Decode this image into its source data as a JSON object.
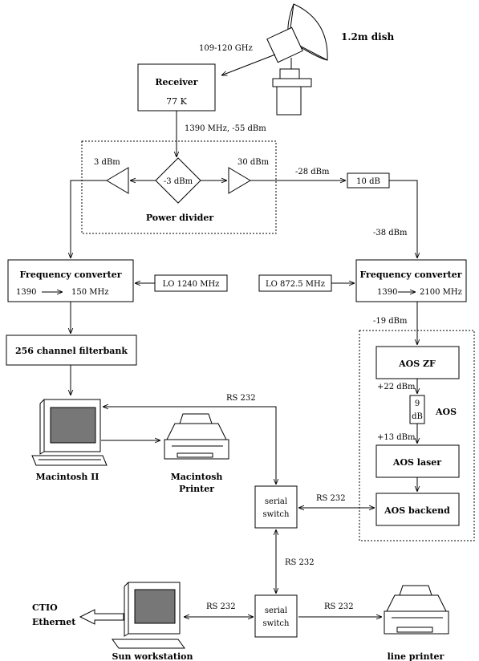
{
  "dish": {
    "label": "1.2m dish",
    "freq": "109-120 GHz"
  },
  "receiver": {
    "title": "Receiver",
    "temp": "77 K",
    "output": "1390 MHz, -55 dBm"
  },
  "power_divider": {
    "label": "Power divider",
    "center": "-3 dBm",
    "left_amp": "3 dBm",
    "right_amp": "30 dBm",
    "out_level": "-28 dBm"
  },
  "attenuator": {
    "label": "10 dB",
    "out_level": "-38 dBm"
  },
  "fc_left": {
    "title": "Frequency converter",
    "from": "1390",
    "to": "150 MHz",
    "lo": "LO 1240 MHz"
  },
  "fc_right": {
    "title": "Frequency converter",
    "from": "1390",
    "to": "2100 MHz",
    "lo": "LO 872.5 MHz",
    "out_level": "-19 dBm"
  },
  "filterbank": {
    "label": "256 channel filterbank"
  },
  "aos": {
    "label": "AOS",
    "zf": "AOS ZF",
    "zf_level": "+22 dBm",
    "att_top": "9",
    "att_bottom": "dB",
    "laser_level": "+13 dBm",
    "laser": "AOS laser",
    "backend": "AOS backend"
  },
  "macintosh": {
    "label": "Macintosh II"
  },
  "mac_printer": {
    "line1": "Macintosh",
    "line2": "Printer"
  },
  "switch1": {
    "line1": "serial",
    "line2": "switch"
  },
  "switch2": {
    "line1": "serial",
    "line2": "switch"
  },
  "links": {
    "rs_mac": "RS 232",
    "rs_aos": "RS 232",
    "rs_switches": "RS 232",
    "rs_sun": "RS 232",
    "rs_printer": "RS 232"
  },
  "ctio": {
    "line1": "CTIO",
    "line2": "Ethernet"
  },
  "sun": {
    "label": "Sun workstation"
  },
  "line_printer": {
    "label": "line printer"
  }
}
